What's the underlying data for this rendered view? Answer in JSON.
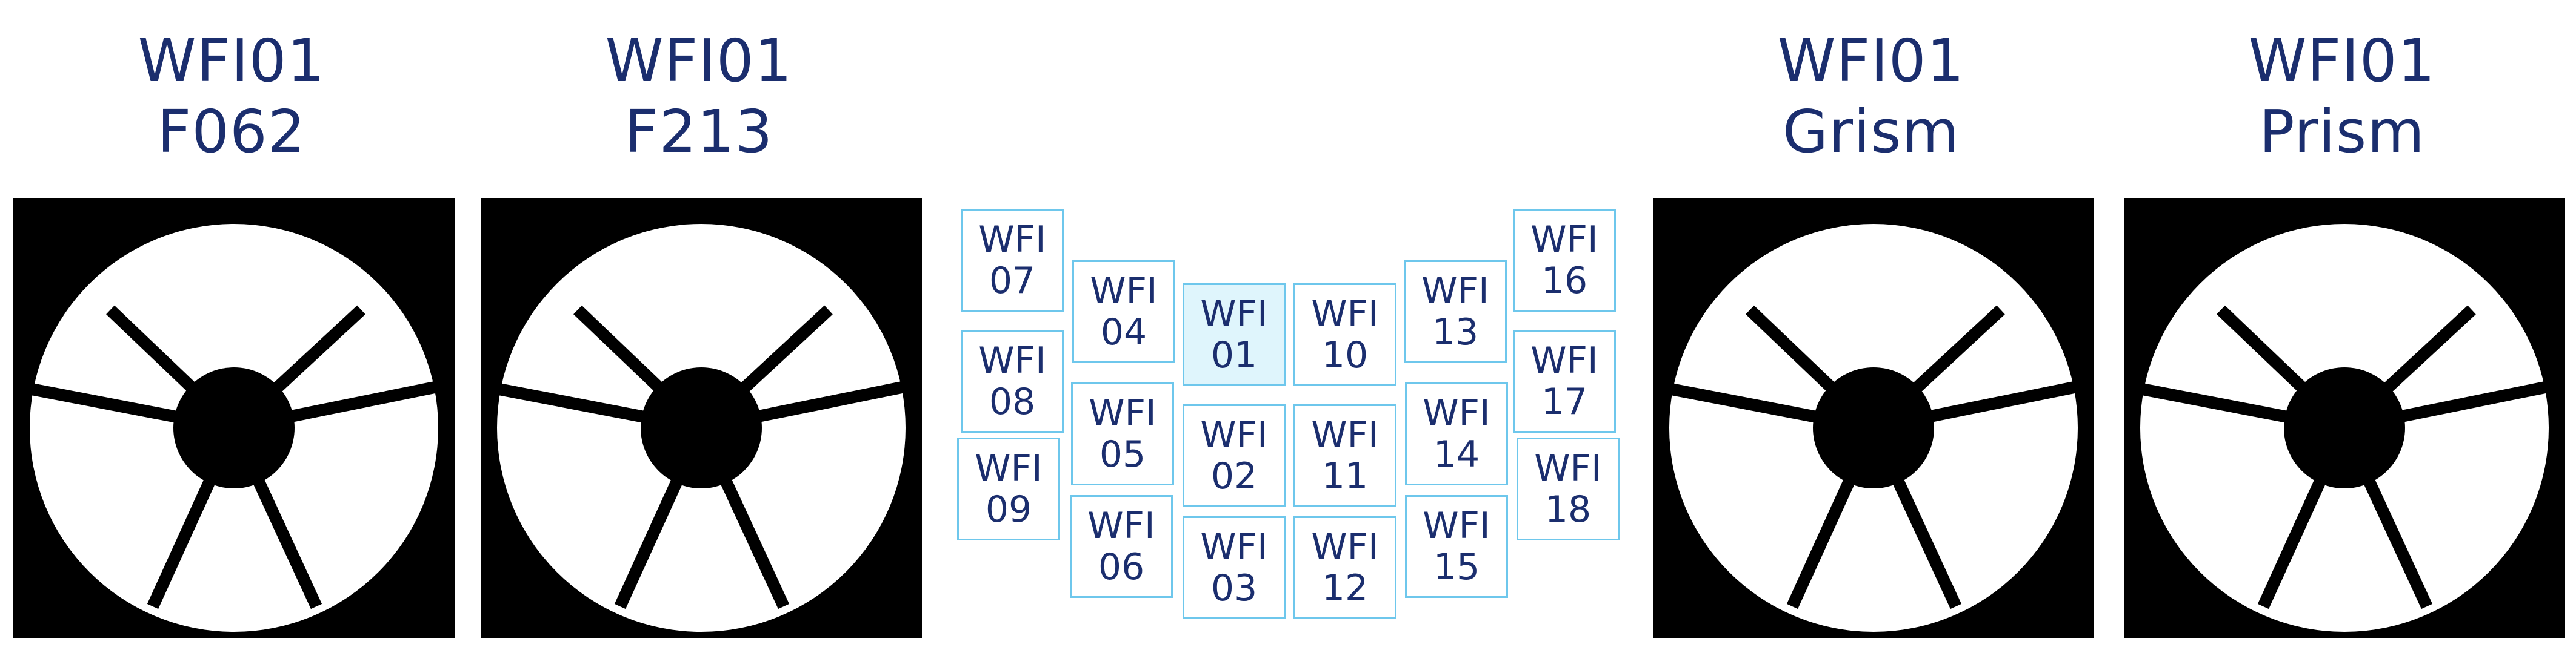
{
  "panels": [
    {
      "title_line1": "WFI01",
      "title_line2": "F062"
    },
    {
      "title_line1": "WFI01",
      "title_line2": "F213"
    },
    {
      "title_line1": "WFI01",
      "title_line2": "Grism"
    },
    {
      "title_line1": "WFI01",
      "title_line2": "Prism"
    }
  ],
  "detectors": [
    {
      "prefix": "WFI",
      "num": "07"
    },
    {
      "prefix": "WFI",
      "num": "08"
    },
    {
      "prefix": "WFI",
      "num": "09"
    },
    {
      "prefix": "WFI",
      "num": "04"
    },
    {
      "prefix": "WFI",
      "num": "05"
    },
    {
      "prefix": "WFI",
      "num": "06"
    },
    {
      "prefix": "WFI",
      "num": "01"
    },
    {
      "prefix": "WFI",
      "num": "02"
    },
    {
      "prefix": "WFI",
      "num": "03"
    },
    {
      "prefix": "WFI",
      "num": "10"
    },
    {
      "prefix": "WFI",
      "num": "11"
    },
    {
      "prefix": "WFI",
      "num": "12"
    },
    {
      "prefix": "WFI",
      "num": "13"
    },
    {
      "prefix": "WFI",
      "num": "14"
    },
    {
      "prefix": "WFI",
      "num": "15"
    },
    {
      "prefix": "WFI",
      "num": "16"
    },
    {
      "prefix": "WFI",
      "num": "17"
    },
    {
      "prefix": "WFI",
      "num": "18"
    }
  ],
  "selected_detector": "01",
  "colors": {
    "title": "#1b2e6e",
    "detector_border": "#6ec7ec",
    "detector_selected_fill": "#dff5fc",
    "wheel": "#000000"
  }
}
